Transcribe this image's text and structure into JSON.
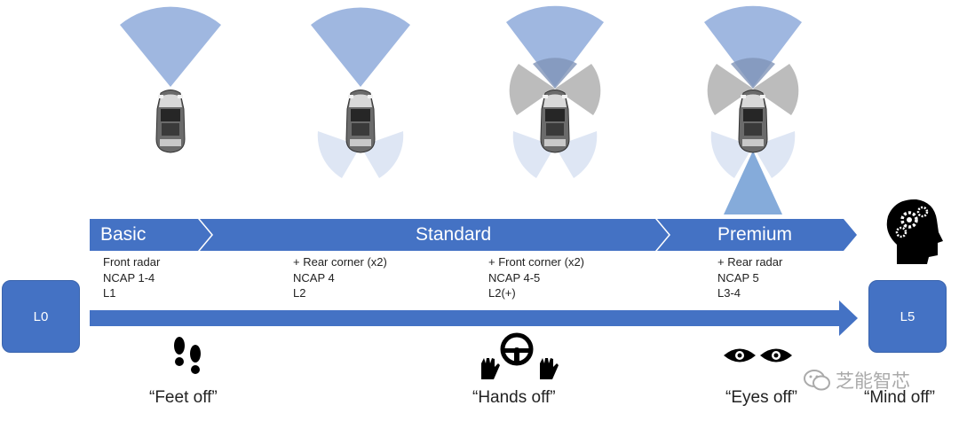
{
  "levels": {
    "start": "L0",
    "end": "L5"
  },
  "bands": [
    {
      "label": "Basic"
    },
    {
      "label": "Standard"
    },
    {
      "label": "Premium"
    }
  ],
  "configs": [
    {
      "lines": [
        "Front radar",
        "NCAP 1-4",
        "L1"
      ]
    },
    {
      "lines": [
        "+ Rear corner (x2)",
        "NCAP 4",
        "L2"
      ]
    },
    {
      "lines": [
        "+ Front corner (x2)",
        "NCAP 4-5",
        "L2(+)"
      ]
    },
    {
      "lines": [
        "+ Rear radar",
        "NCAP 5",
        "L3-4"
      ]
    }
  ],
  "captions": {
    "feet": "“Feet off”",
    "hands": "“Hands off”",
    "eyes": "“Eyes off”",
    "mind": "“Mind off”"
  },
  "icons": [
    "car-icon",
    "footprints-icon",
    "hands-steering-wheel-icon",
    "eyes-icon",
    "brain-gears-icon",
    "wechat-icon"
  ],
  "watermark": "芝能智芯",
  "colors": {
    "arrow": "#4472c4",
    "front_radar": "#8eaadb",
    "corner_radar": "#a6a6a6",
    "rear_corner": "#dae3f3",
    "rear_radar": "#7ea6d8"
  }
}
